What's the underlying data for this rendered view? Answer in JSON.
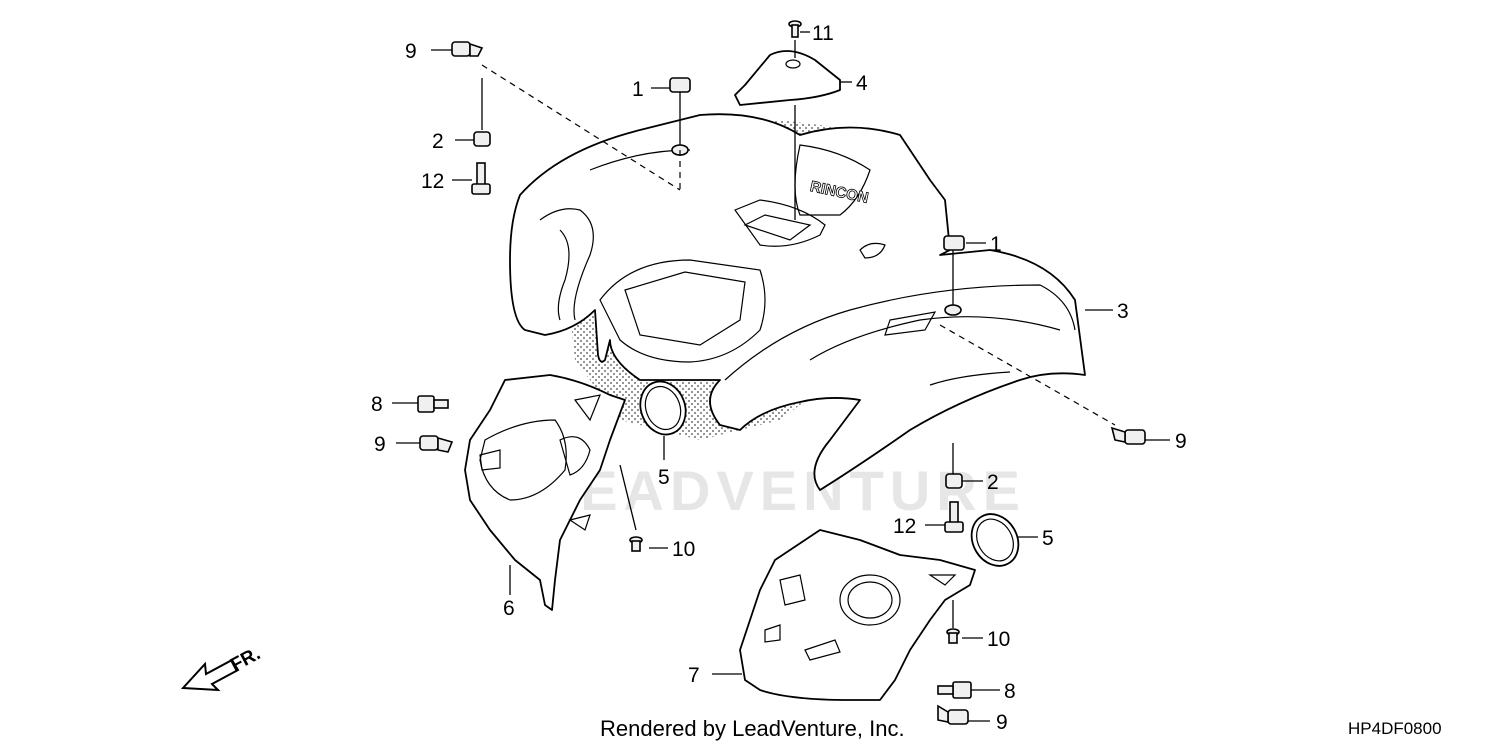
{
  "diagram": {
    "callouts": {
      "c9_top": "9",
      "c11": "11",
      "c4": "4",
      "c1_top": "1",
      "c2_left": "2",
      "c12_left": "12",
      "c1_right": "1",
      "c3": "3",
      "c9_right": "9",
      "c8_left": "8",
      "c9_left": "9",
      "c5_left": "5",
      "c6": "6",
      "c10_left": "10",
      "c2_right": "2",
      "c12_right": "12",
      "c5_right": "5",
      "c10_right": "10",
      "c7": "7",
      "c8_bottom": "8",
      "c9_bottom": "9"
    },
    "fr_label": "FR.",
    "watermark": "LEADVENTURE",
    "decal_text": "RINCON"
  },
  "footer": {
    "render_credit": "Rendered by LeadVenture, Inc.",
    "diagram_code": "HP4DF0800"
  }
}
